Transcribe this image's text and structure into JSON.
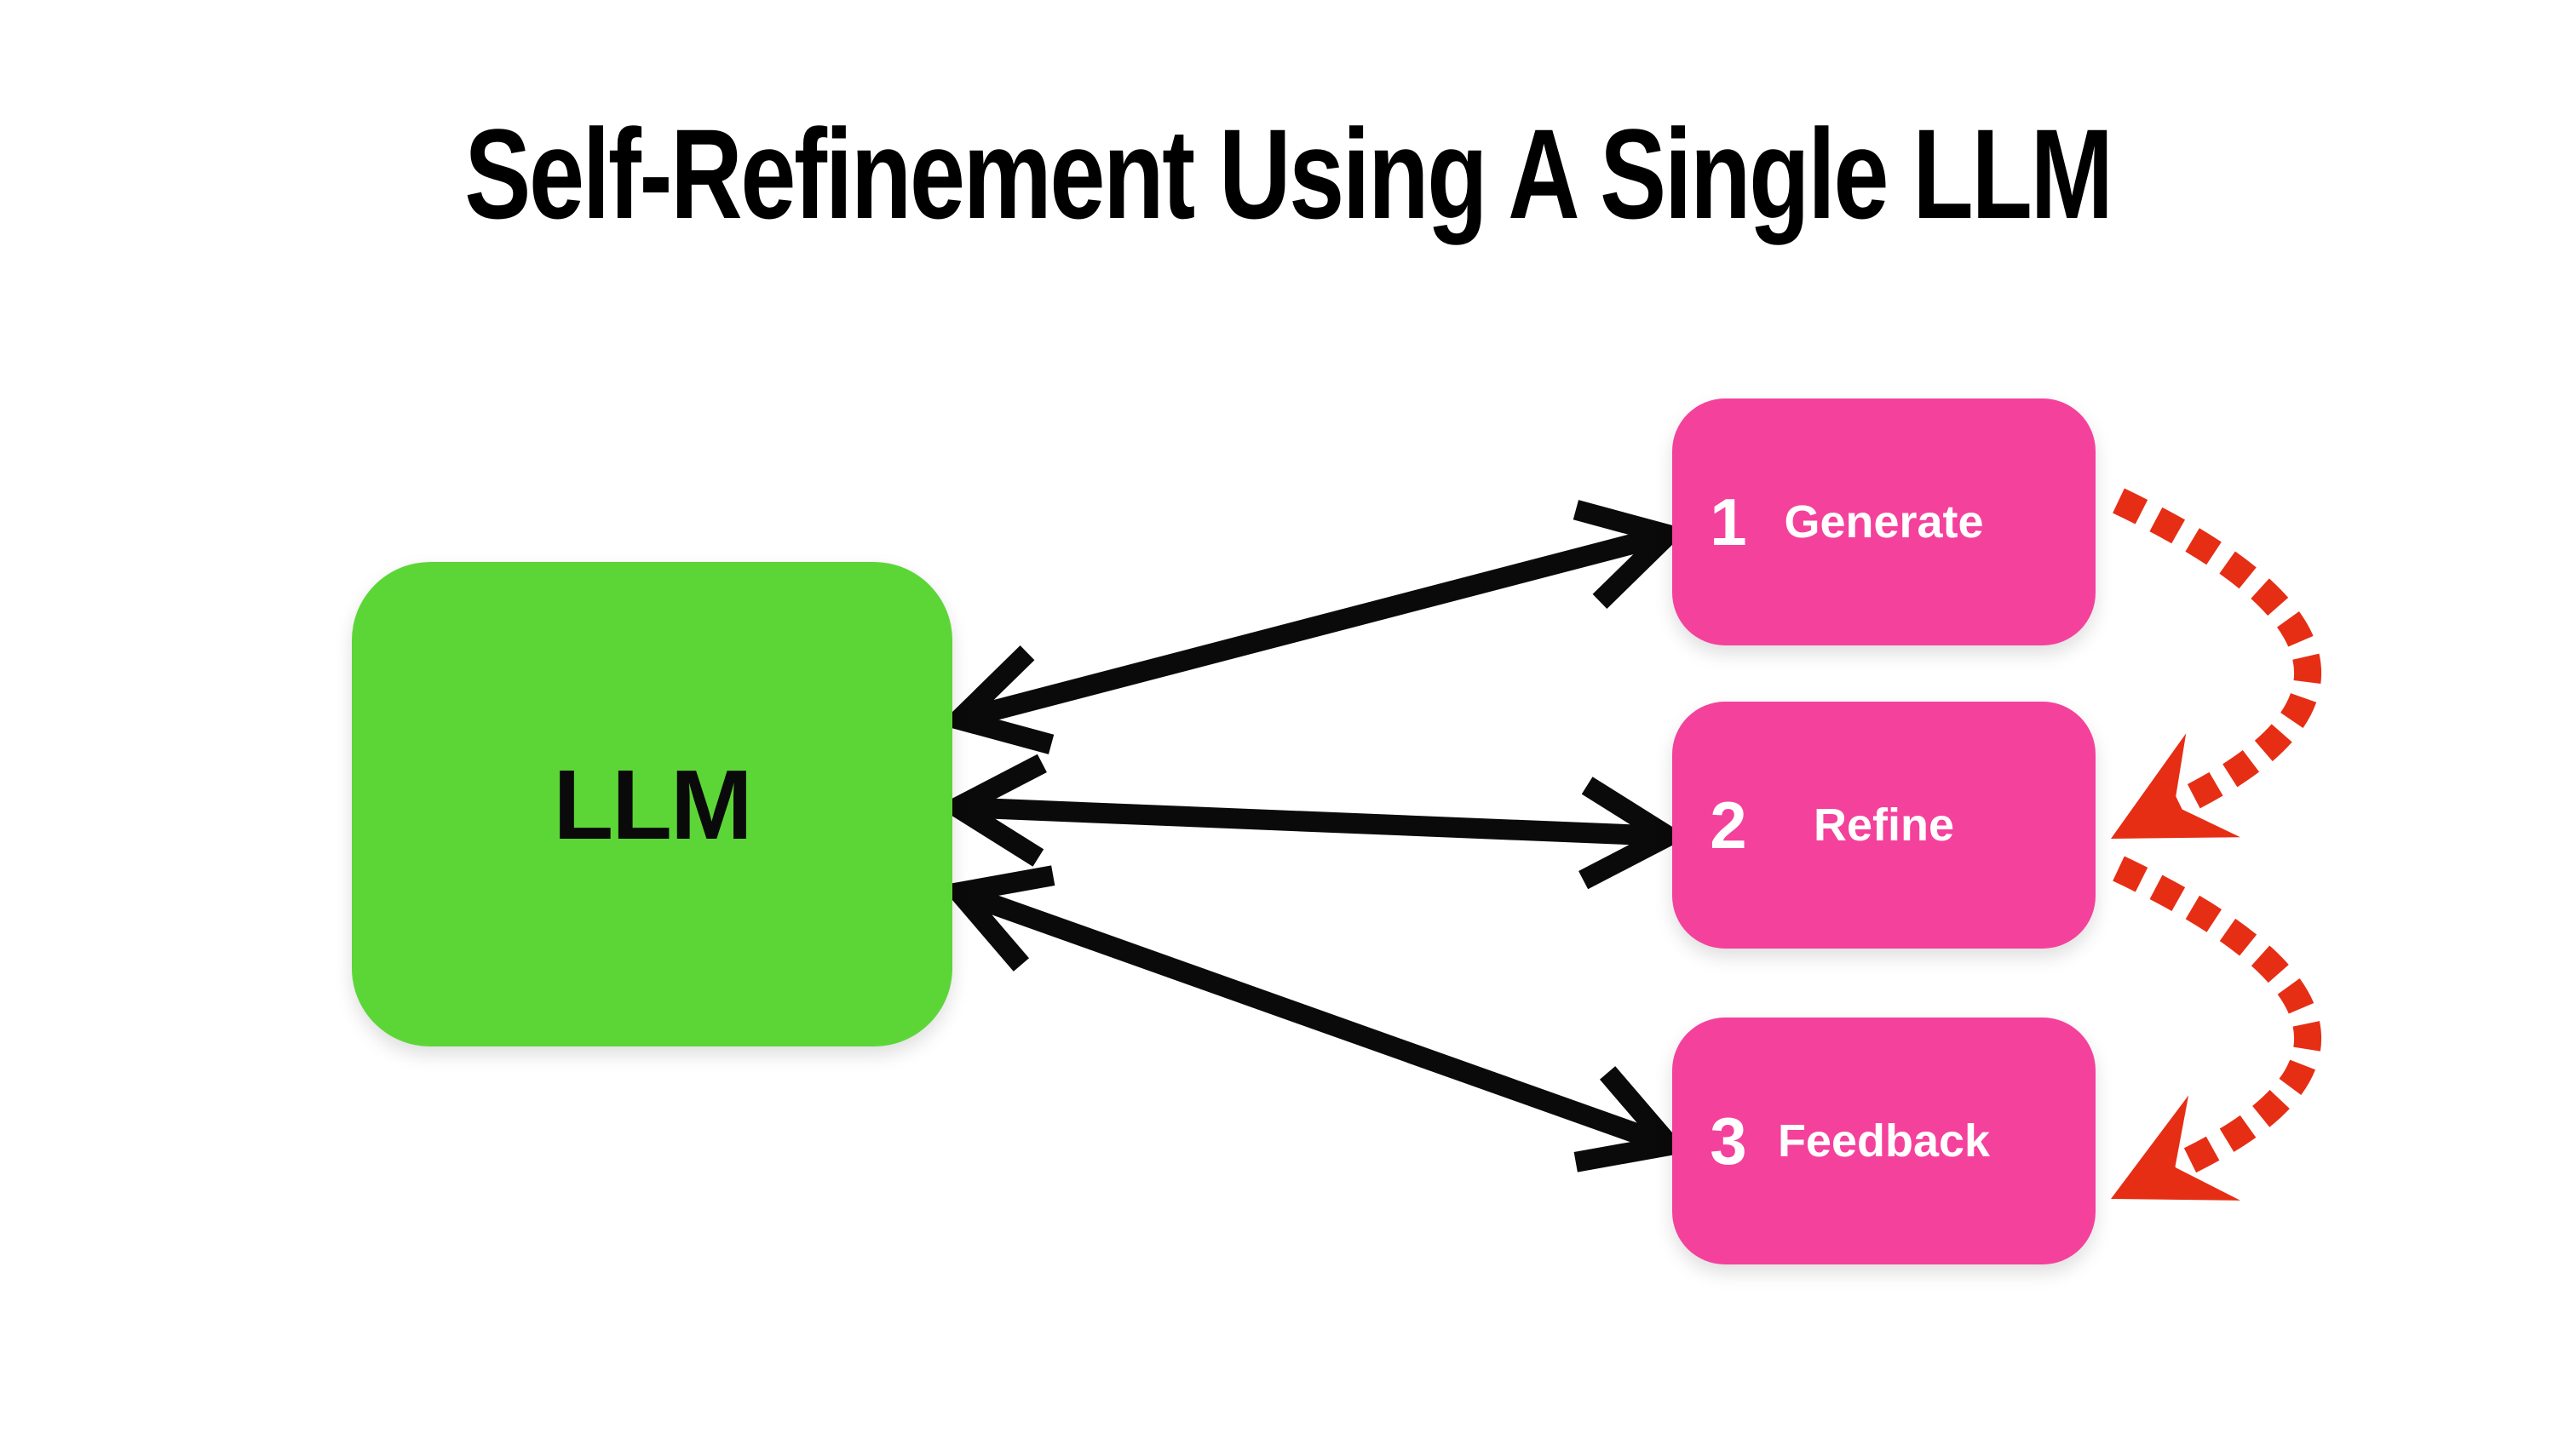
{
  "title": "Self-Refinement Using A Single LLM",
  "llm": {
    "label": "LLM"
  },
  "steps": [
    {
      "number": "1",
      "label": "Generate"
    },
    {
      "number": "2",
      "label": "Refine"
    },
    {
      "number": "3",
      "label": "Feedback"
    }
  ],
  "connections": {
    "bidirectional_black": [
      {
        "from": "LLM",
        "to": "Generate"
      },
      {
        "from": "LLM",
        "to": "Refine"
      },
      {
        "from": "LLM",
        "to": "Feedback"
      }
    ],
    "dotted_red_loop": [
      {
        "from": "Generate",
        "to": "Refine"
      },
      {
        "from": "Refine",
        "to": "Feedback"
      }
    ]
  },
  "colors": {
    "background": "#FFFFFF",
    "llm_green": "#5CD637",
    "step_pink": "#F4419C",
    "loop_red": "#E62E15",
    "arrow_black": "#0A0A0A",
    "title_text": "#000000",
    "step_text": "#FFFFFF"
  }
}
